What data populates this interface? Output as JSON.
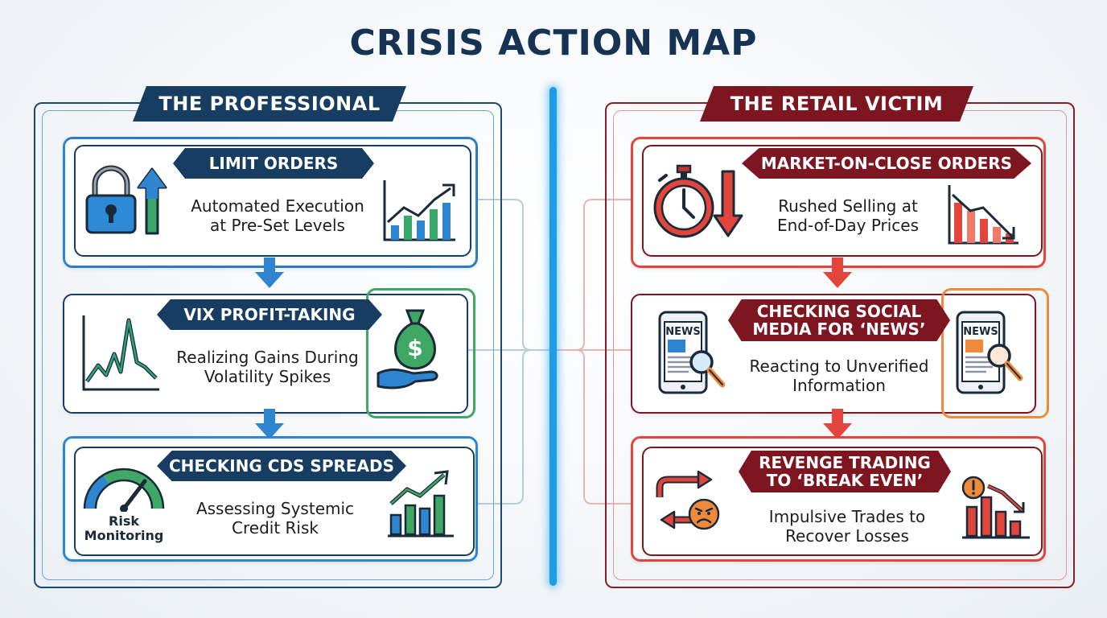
{
  "title": "CRISIS ACTION MAP",
  "colors": {
    "navy": "#173d63",
    "maroon": "#7d1620",
    "blue": "#2f86d6",
    "green": "#3ea864",
    "red": "#e2453b",
    "orange": "#ef8a3a"
  },
  "professional": {
    "header": "THE PROFESSIONAL",
    "steps": [
      {
        "title": "LIMIT ORDERS",
        "desc_line1": "Automated Execution",
        "desc_line2": "at Pre-Set Levels",
        "icons": [
          "padlock-icon",
          "up-arrow-icon",
          "rising-chart-icon"
        ]
      },
      {
        "title": "VIX PROFIT-TAKING",
        "desc_line1": "Realizing Gains During",
        "desc_line2": "Volatility Spikes",
        "icons": [
          "volatility-spike-chart-icon",
          "money-bag-hand-icon"
        ]
      },
      {
        "title": "CHECKING CDS SPREADS",
        "desc_line1": "Assessing Systemic",
        "desc_line2": "Credit Risk",
        "gauge_label_line1": "Risk",
        "gauge_label_line2": "Monitoring",
        "icons": [
          "risk-gauge-icon",
          "bar-chart-up-icon"
        ]
      }
    ]
  },
  "retail": {
    "header": "THE RETAIL VICTIM",
    "steps": [
      {
        "title": "MARKET-ON-CLOSE ORDERS",
        "desc_line1": "Rushed Selling at",
        "desc_line2": "End-of-Day Prices",
        "icons": [
          "stopwatch-icon",
          "down-arrow-icon",
          "falling-chart-icon"
        ]
      },
      {
        "title_line1": "CHECKING SOCIAL",
        "title_line2": "MEDIA FOR ‘NEWS’",
        "desc_line1": "Reacting to Unverified",
        "desc_line2": "Information",
        "phone_label": "NEWS",
        "icons": [
          "news-phone-icon",
          "news-phone-icon"
        ]
      },
      {
        "title_line1": "REVENGE TRADING",
        "title_line2": "TO ‘BREAK EVEN’",
        "desc_line1": "Impulsive Trades to",
        "desc_line2": "Recover Losses",
        "icons": [
          "revenge-cycle-icon",
          "angry-face-icon",
          "warning-bar-chart-icon"
        ]
      }
    ]
  }
}
